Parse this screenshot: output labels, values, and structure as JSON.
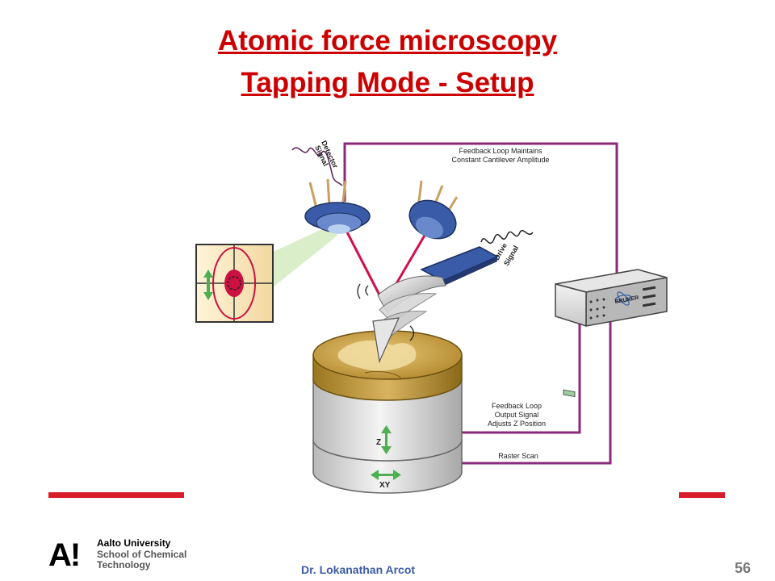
{
  "slide": {
    "title_line1": "Atomic force microscopy",
    "title_line2": "Tapping Mode - Setup",
    "page_number": "56",
    "author": "Dr. Lokanathan Arcot"
  },
  "logo": {
    "mark": "A!",
    "university": "Aalto University",
    "school_line1": "School of Chemical",
    "school_line2": "Technology"
  },
  "diagram": {
    "detector_label_1": "Detector",
    "detector_label_2": "Signal",
    "drive_label_1": "Drive",
    "drive_label_2": "Signal",
    "feedback_top_1": "Feedback Loop Maintains",
    "feedback_top_2": "Constant Cantilever Amplitude",
    "feedback_out_1": "Feedback Loop",
    "feedback_out_2": "Output Signal",
    "feedback_out_3": "Adjusts Z Position",
    "raster": "Raster Scan",
    "z_label": "Z",
    "xy_label": "XY",
    "controller_brand": "BRUKER"
  },
  "colors": {
    "title": "#cc0000",
    "accent_bar": "#d81e2b",
    "feedback_line": "#8b2a7a",
    "laser": "#d0104a",
    "author": "#3d5ca8"
  }
}
